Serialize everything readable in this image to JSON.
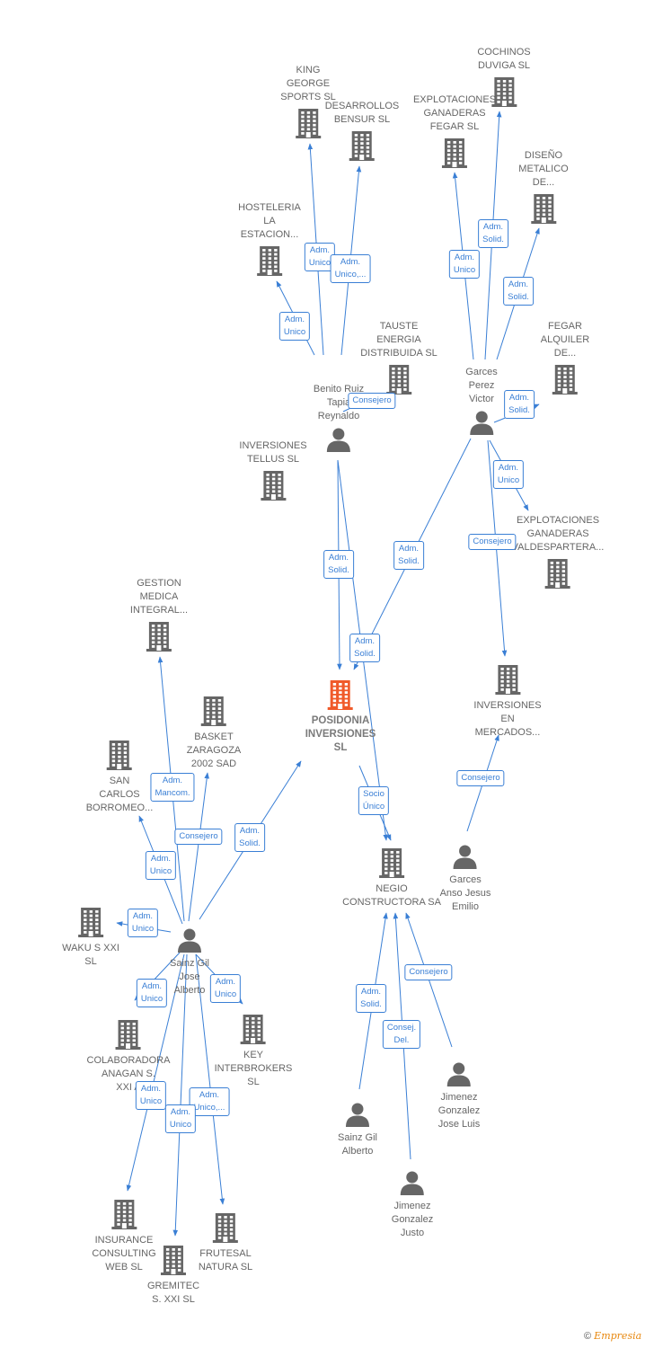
{
  "colors": {
    "edge": "#3a7fd5",
    "node": "#666666",
    "focus": "#f05a2a"
  },
  "focus_company": {
    "id": "posidonia",
    "label": [
      "POSIDONIA",
      "INVERSIONES",
      "SL"
    ]
  },
  "companies": [
    {
      "id": "king",
      "label": [
        "KING",
        "GEORGE",
        "SPORTS  SL"
      ]
    },
    {
      "id": "desarrollos",
      "label": [
        "DESARROLLOS",
        "BENSUR SL"
      ]
    },
    {
      "id": "cochinos",
      "label": [
        "COCHINOS",
        "DUVIGA  SL"
      ]
    },
    {
      "id": "explo1",
      "label": [
        "EXPLOTACIONES",
        "GANADERAS",
        "FEGAR  SL"
      ]
    },
    {
      "id": "diseno",
      "label": [
        "DISEÑO",
        "METALICO",
        "DE..."
      ]
    },
    {
      "id": "hosteleria",
      "label": [
        "HOSTELERIA",
        "LA",
        "ESTACION..."
      ]
    },
    {
      "id": "tauste",
      "label": [
        "TAUSTE",
        "ENERGIA",
        "DISTRIBUIDA SL"
      ]
    },
    {
      "id": "fegar",
      "label": [
        "FEGAR",
        "ALQUILER",
        "DE..."
      ]
    },
    {
      "id": "tellus",
      "label": [
        "INVERSIONES",
        "TELLUS SL"
      ]
    },
    {
      "id": "explo2",
      "label": [
        "EXPLOTACIONES",
        "GANADERAS",
        "VALDESPARTERA..."
      ]
    },
    {
      "id": "gestion",
      "label": [
        "GESTION",
        "MEDICA",
        "INTEGRAL..."
      ]
    },
    {
      "id": "basket",
      "label": [
        "BASKET",
        "ZARAGOZA",
        "2002 SAD"
      ]
    },
    {
      "id": "invmerc",
      "label": [
        "INVERSIONES",
        "EN",
        "MERCADOS..."
      ]
    },
    {
      "id": "sancarlos",
      "label": [
        "SAN",
        "CARLOS",
        "BORROMEO..."
      ]
    },
    {
      "id": "negio",
      "label": [
        "NEGIO",
        "CONSTRUCTORA SA"
      ]
    },
    {
      "id": "waku",
      "label": [
        "WAKU S XXI",
        "SL"
      ]
    },
    {
      "id": "key",
      "label": [
        "KEY",
        "INTERBROKERS",
        "SL"
      ]
    },
    {
      "id": "colab",
      "label": [
        "COLABORADORA",
        "ANAGAN S.",
        "XXI A"
      ]
    },
    {
      "id": "insurance",
      "label": [
        "INSURANCE",
        "CONSULTING",
        "WEB  SL"
      ]
    },
    {
      "id": "frutesal",
      "label": [
        "FRUTESAL",
        "NATURA SL"
      ]
    },
    {
      "id": "gremitec",
      "label": [
        "GREMITEC",
        "S.  XXI  SL"
      ]
    }
  ],
  "persons": [
    {
      "id": "benito",
      "label": [
        "Benito Ruiz",
        "Tapia",
        "Reynaldo"
      ]
    },
    {
      "id": "garcesv",
      "label": [
        "Garces",
        "Perez",
        "Victor"
      ]
    },
    {
      "id": "garcesj",
      "label": [
        "Garces",
        "Anso Jesus",
        "Emilio"
      ]
    },
    {
      "id": "sainz1",
      "label": [
        "Sainz Gil",
        "Jose",
        "Alberto"
      ]
    },
    {
      "id": "jimenezjl",
      "label": [
        "Jimenez",
        "Gonzalez",
        "Jose Luis"
      ]
    },
    {
      "id": "sainz2",
      "label": [
        "Sainz Gil",
        "Alberto"
      ]
    },
    {
      "id": "jimenezj",
      "label": [
        "Jimenez",
        "Gonzalez",
        "Justo"
      ]
    }
  ],
  "edge_labels": [
    {
      "id": "e_king",
      "lines": [
        "Adm.",
        "Unico"
      ]
    },
    {
      "id": "e_desarr",
      "lines": [
        "Adm.",
        "Unico,..."
      ]
    },
    {
      "id": "e_host",
      "lines": [
        "Adm.",
        "Unico"
      ]
    },
    {
      "id": "e_tauste",
      "lines": [
        "Consejero"
      ]
    },
    {
      "id": "e_cochinos",
      "lines": [
        "Adm.",
        "Solid."
      ]
    },
    {
      "id": "e_explo1",
      "lines": [
        "Adm.",
        "Unico"
      ]
    },
    {
      "id": "e_diseno",
      "lines": [
        "Adm.",
        "Solid."
      ]
    },
    {
      "id": "e_fegar",
      "lines": [
        "Adm.",
        "Solid."
      ]
    },
    {
      "id": "e_explo2",
      "lines": [
        "Adm.",
        "Unico"
      ]
    },
    {
      "id": "e_invmerc",
      "lines": [
        "Consejero"
      ]
    },
    {
      "id": "e_benito_pos",
      "lines": [
        "Adm.",
        "Solid."
      ]
    },
    {
      "id": "e_garces_pos",
      "lines": [
        "Adm.",
        "Solid."
      ]
    },
    {
      "id": "e_garces_pos2",
      "lines": [
        "Adm.",
        "Solid."
      ]
    },
    {
      "id": "e_socio",
      "lines": [
        "Socio",
        "Único"
      ]
    },
    {
      "id": "e_garcesj_inv",
      "lines": [
        "Consejero"
      ]
    },
    {
      "id": "e_gestion",
      "lines": [
        "Adm.",
        "Mancom."
      ]
    },
    {
      "id": "e_basket",
      "lines": [
        "Consejero"
      ]
    },
    {
      "id": "e_sainz_pos",
      "lines": [
        "Adm.",
        "Solid."
      ]
    },
    {
      "id": "e_sancarlos",
      "lines": [
        "Adm.",
        "Unico"
      ]
    },
    {
      "id": "e_waku",
      "lines": [
        "Adm.",
        "Unico"
      ]
    },
    {
      "id": "e_colab",
      "lines": [
        "Adm.",
        "Unico"
      ]
    },
    {
      "id": "e_key",
      "lines": [
        "Adm.",
        "Unico"
      ]
    },
    {
      "id": "e_insurance",
      "lines": [
        "Adm.",
        "Unico"
      ]
    },
    {
      "id": "e_frutesal",
      "lines": [
        "Adm.",
        "Unico,..."
      ]
    },
    {
      "id": "e_gremitec",
      "lines": [
        "Adm.",
        "Unico"
      ]
    },
    {
      "id": "e_negio_consejero",
      "lines": [
        "Consejero"
      ]
    },
    {
      "id": "e_negio_sainz",
      "lines": [
        "Adm.",
        "Solid."
      ]
    },
    {
      "id": "e_negio_justo",
      "lines": [
        "Consej.",
        "Del."
      ]
    }
  ],
  "footer": {
    "copyright": "©",
    "brand": "Empresia"
  }
}
